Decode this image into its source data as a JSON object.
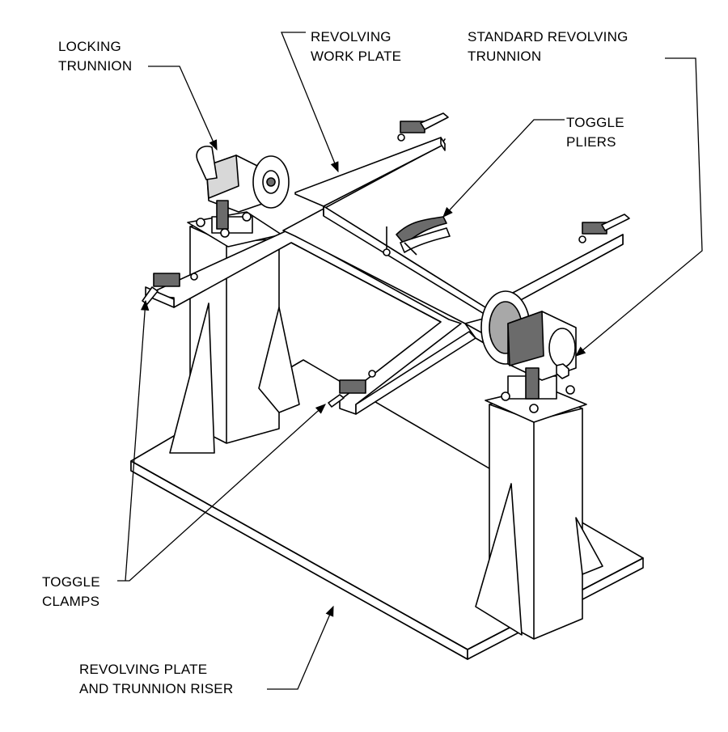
{
  "labels": {
    "locking_trunnion": [
      "LOCKING",
      "TRUNNION"
    ],
    "revolving_work_plate": [
      "REVOLVING",
      "WORK PLATE"
    ],
    "standard_revolving_trunnion": [
      "STANDARD REVOLVING",
      "TRUNNION"
    ],
    "toggle_pliers": [
      "TOGGLE",
      "PLIERS"
    ],
    "toggle_clamps": [
      "TOGGLE",
      "CLAMPS"
    ],
    "revolving_plate_riser": [
      "REVOLVING PLATE",
      "AND TRUNNION RISER"
    ]
  },
  "colors": {
    "ink": "#000000",
    "shade": "#6b6b6b",
    "light_shade": "#a8a8a8",
    "paper": "#ffffff"
  }
}
